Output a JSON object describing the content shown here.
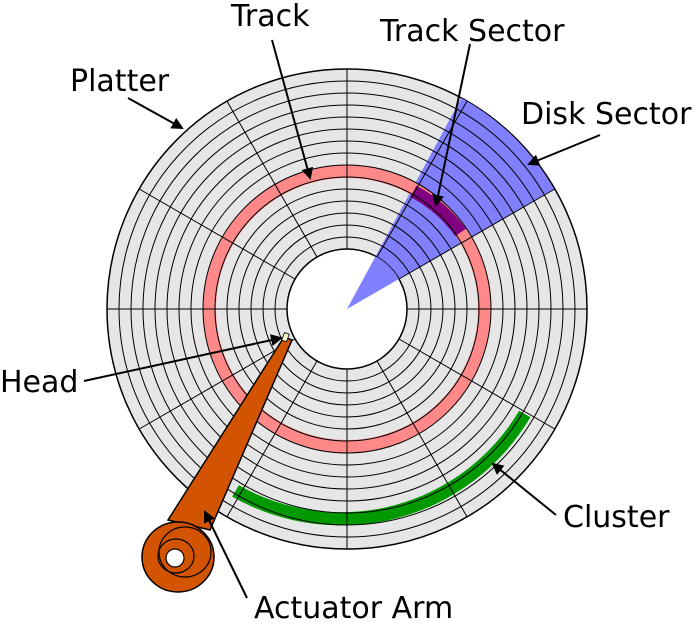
{
  "labels": {
    "track": "Track",
    "track_sector": "Track Sector",
    "disk_sector": "Disk Sector",
    "platter": "Platter",
    "head": "Head",
    "cluster": "Cluster",
    "actuator_arm": "Actuator Arm"
  },
  "disk": {
    "track_count": 12,
    "sector_count": 12
  },
  "colors": {
    "platter": "#e6e6e6",
    "lines": "#000000",
    "track_highlight": "#ff8888",
    "disk_sector": "#8080ff",
    "track_sector": "#800080",
    "cluster": "#009900",
    "actuator_arm": "#d35400",
    "head": "#f5f5c8"
  }
}
